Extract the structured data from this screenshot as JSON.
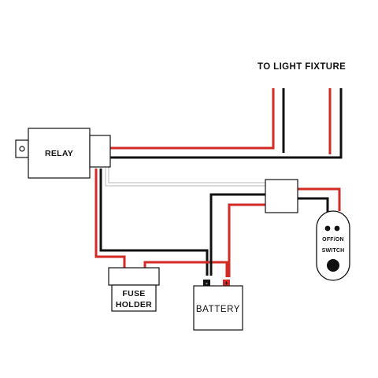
{
  "diagram": {
    "title": "TO LIGHT FIXTURE",
    "relay_label": "RELAY",
    "fuse_label_line1": "FUSE",
    "fuse_label_line2": "HOLDER",
    "battery_label": "BATTERY",
    "battery_negative": "-",
    "battery_positive": "+",
    "switch_label_line1": "OFF/ON",
    "switch_label_line2": "SWITCH"
  },
  "colors": {
    "wire_red": "#d42a26",
    "wire_black": "#111111",
    "wire_gray": "#c8c8c8"
  }
}
